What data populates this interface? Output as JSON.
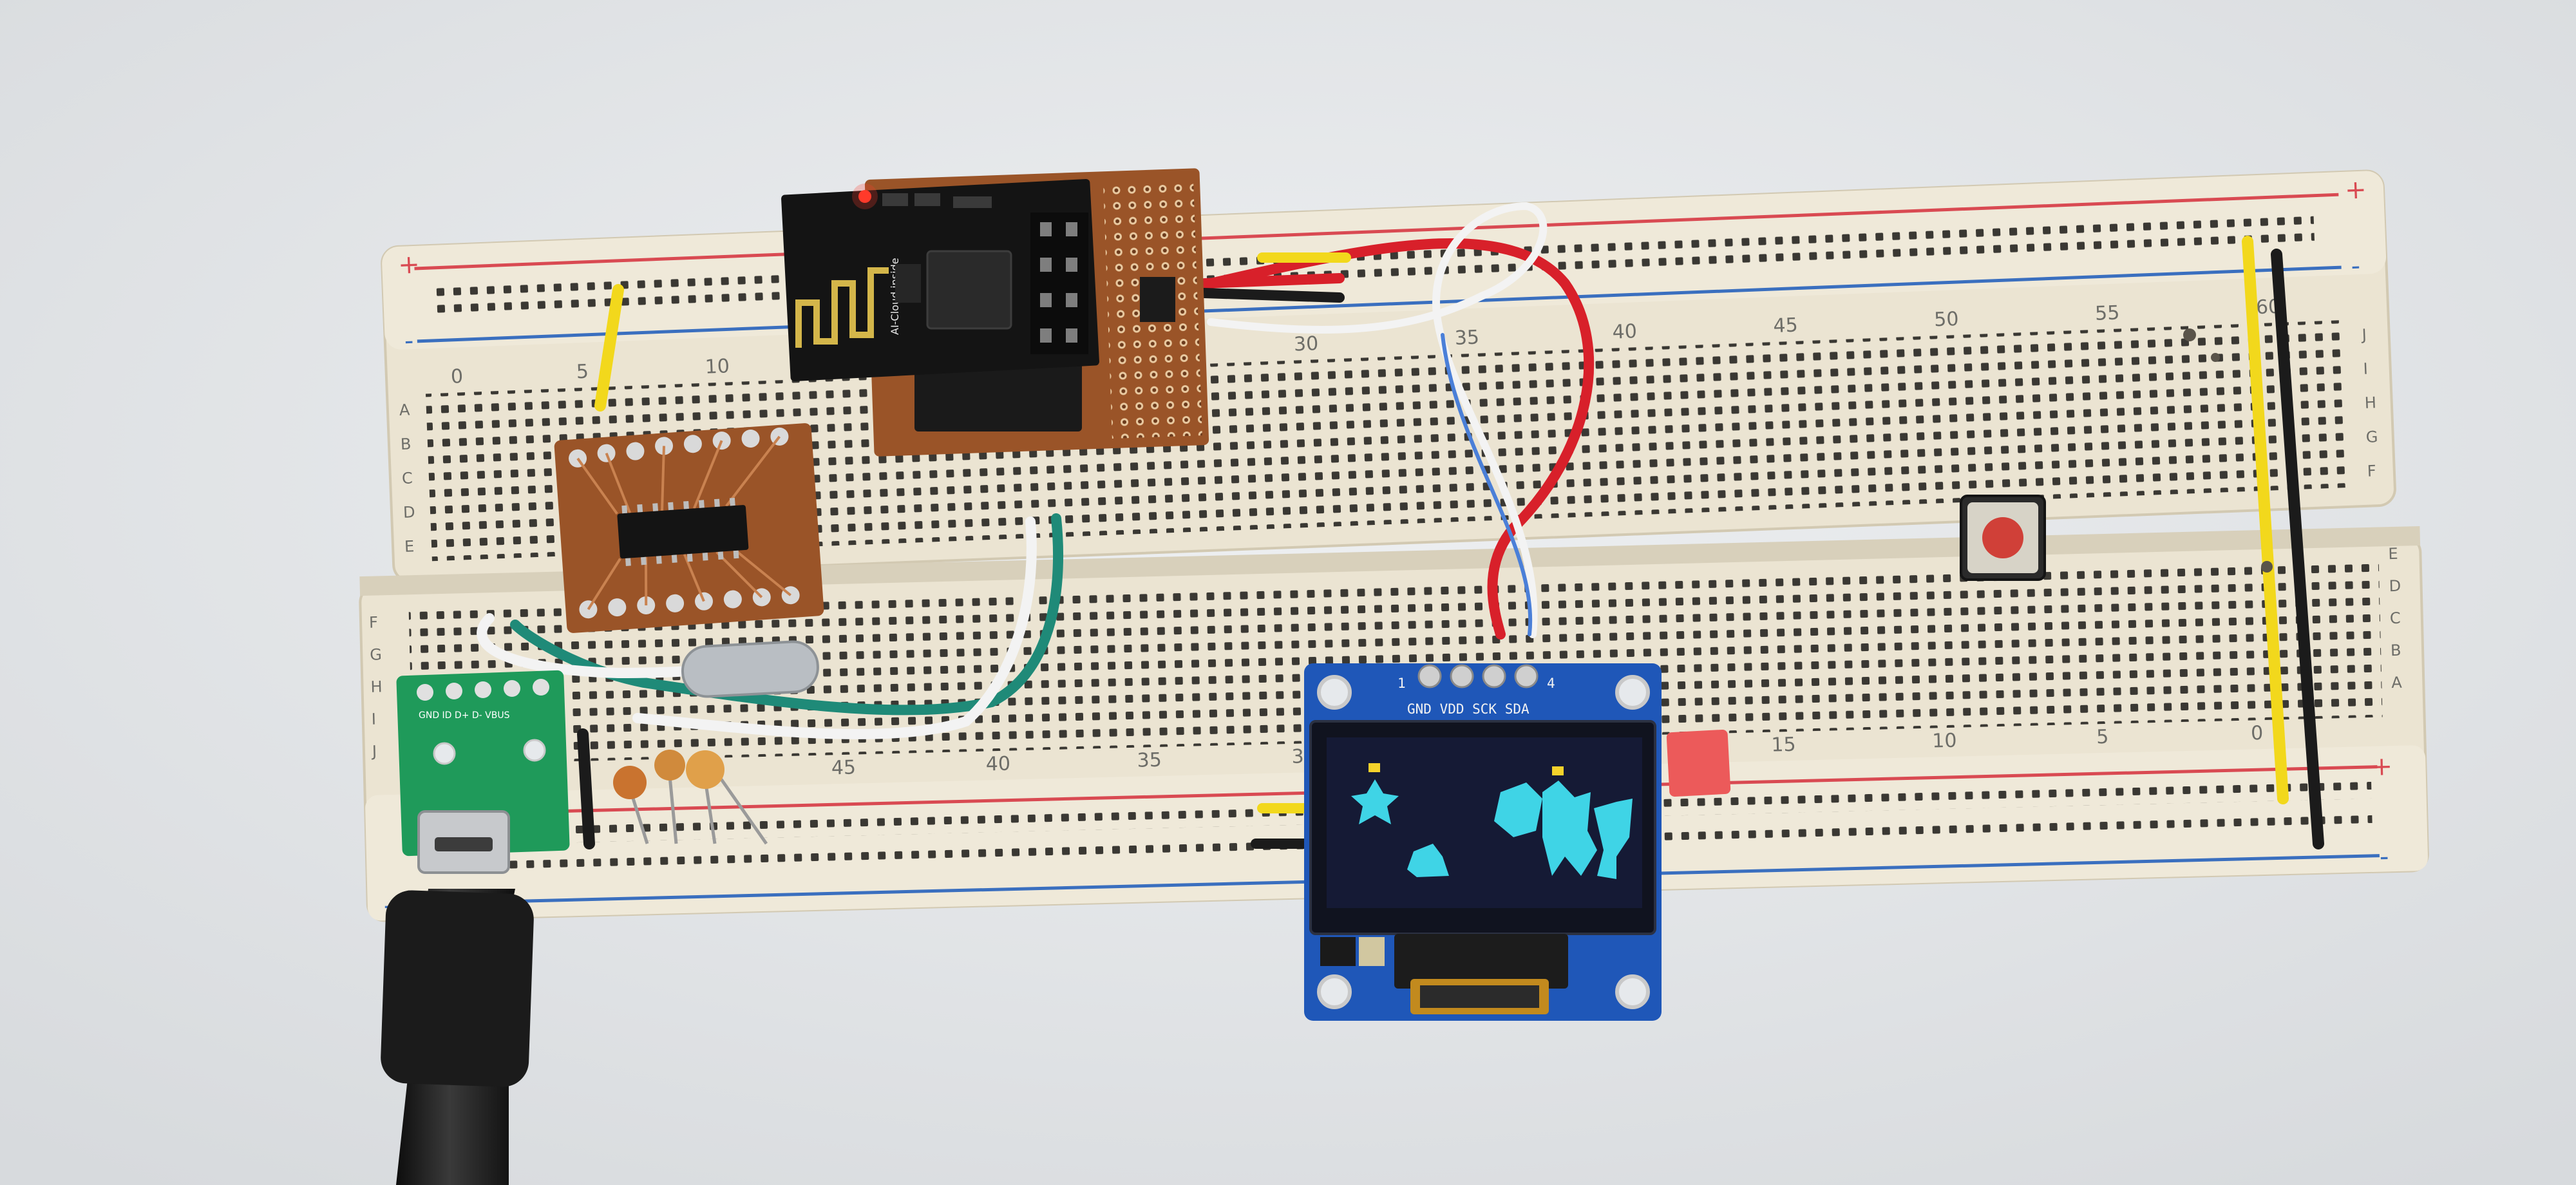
{
  "breadboard_top": {
    "column_numbers": [
      "0",
      "5",
      "10",
      "30",
      "35",
      "40",
      "45",
      "50",
      "55",
      "60"
    ],
    "row_letters_left": [
      "A",
      "B",
      "C",
      "D",
      "E"
    ],
    "row_letters_right": [
      "J",
      "I",
      "H",
      "G",
      "F"
    ]
  },
  "breadboard_bottom": {
    "column_numbers": [
      "45",
      "40",
      "35",
      "30",
      "15",
      "10",
      "5",
      "0"
    ],
    "row_letters_left": [
      "F",
      "G",
      "H",
      "I",
      "J"
    ],
    "row_letters_right": [
      "E",
      "D",
      "C",
      "B",
      "A"
    ]
  },
  "power_rail_symbols": {
    "plus": "+",
    "minus": "-"
  },
  "esp_module": {
    "antenna_text": "AI-Cloud inside"
  },
  "oled": {
    "pin_label": "GND VDD SCK SDA",
    "pin_number_left": "1",
    "pin_number_right": "4",
    "screen_color": "#3fd4e6",
    "accent_color": "#f5d22b"
  },
  "usb_breakout": {
    "pin_label": "GND ID D+ D- VBUS"
  },
  "colors": {
    "background": "#e6e9ec",
    "breadboard": "#ece6d6",
    "rail_red": "#d94a52",
    "rail_blue": "#3a6fbf",
    "pcb_copper": "#9a5428",
    "wire_red": "#d8202a",
    "wire_yellow": "#f2d81c",
    "wire_black": "#1b1b1b",
    "wire_white": "#f3f3f3",
    "wire_teal": "#1f8a78"
  }
}
